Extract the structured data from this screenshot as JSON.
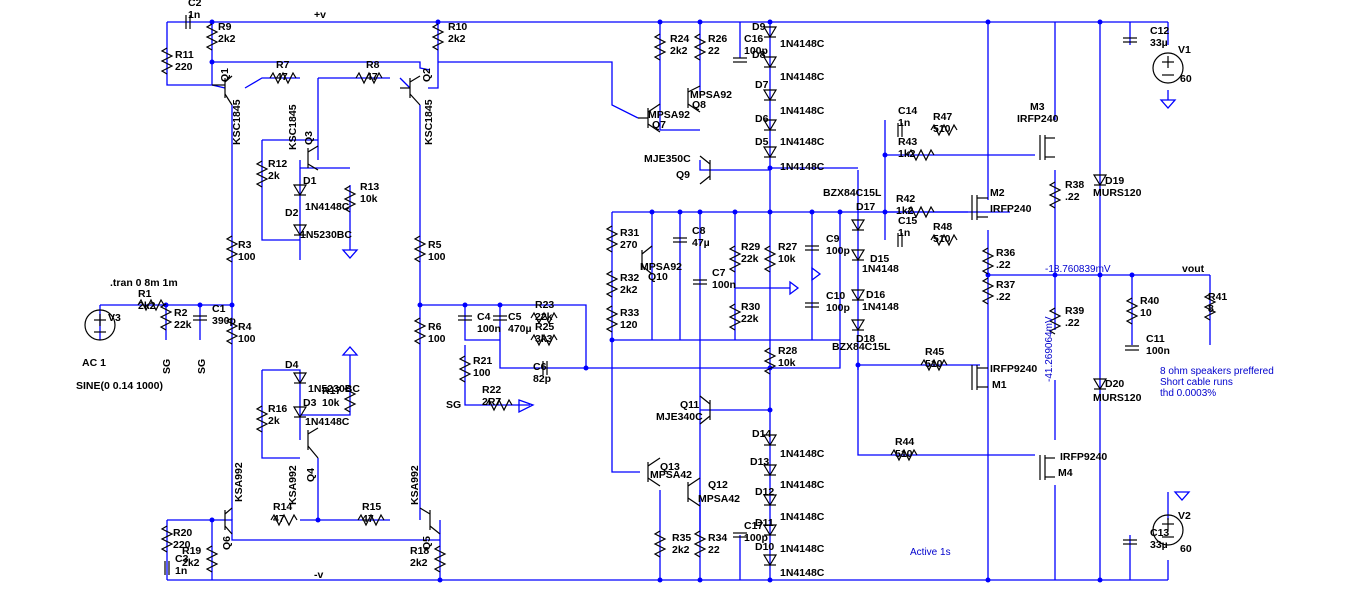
{
  "rails": {
    "pos": "+v",
    "neg": "-v"
  },
  "analysis": {
    "directive": ".tran 0 8m 1m"
  },
  "sources": [
    {
      "name": "V3",
      "value": "AC 1",
      "value2": "SINE(0 0.14 1000)"
    },
    {
      "name": "V1",
      "value": "60"
    },
    {
      "name": "V2",
      "value": "60"
    }
  ],
  "resistors": [
    {
      "name": "R1",
      "value": "2k2"
    },
    {
      "name": "R2",
      "value": "22k"
    },
    {
      "name": "R3",
      "value": "100"
    },
    {
      "name": "R4",
      "value": "100"
    },
    {
      "name": "R5",
      "value": "100"
    },
    {
      "name": "R6",
      "value": "100"
    },
    {
      "name": "R7",
      "value": "47"
    },
    {
      "name": "R8",
      "value": "47"
    },
    {
      "name": "R9",
      "value": "2k2"
    },
    {
      "name": "R10",
      "value": "2k2"
    },
    {
      "name": "R11",
      "value": "220"
    },
    {
      "name": "R12",
      "value": "2k"
    },
    {
      "name": "R13",
      "value": "10k"
    },
    {
      "name": "R14",
      "value": "47"
    },
    {
      "name": "R15",
      "value": "47"
    },
    {
      "name": "R16",
      "value": "2k"
    },
    {
      "name": "R17",
      "value": "10k"
    },
    {
      "name": "R18",
      "value": "2k2"
    },
    {
      "name": "R19",
      "value": "2k2"
    },
    {
      "name": "R20",
      "value": "220"
    },
    {
      "name": "R21",
      "value": "100"
    },
    {
      "name": "R22",
      "value": "2R7"
    },
    {
      "name": "R23",
      "value": "22k"
    },
    {
      "name": "R24",
      "value": "2k2"
    },
    {
      "name": "R25",
      "value": "3k3"
    },
    {
      "name": "R26",
      "value": "22"
    },
    {
      "name": "R27",
      "value": "10k"
    },
    {
      "name": "R28",
      "value": "10k"
    },
    {
      "name": "R29",
      "value": "22k"
    },
    {
      "name": "R30",
      "value": "22k"
    },
    {
      "name": "R31",
      "value": "270"
    },
    {
      "name": "R32",
      "value": "2k2"
    },
    {
      "name": "R33",
      "value": "120"
    },
    {
      "name": "R34",
      "value": "22"
    },
    {
      "name": "R35",
      "value": "2k2"
    },
    {
      "name": "R36",
      "value": ".22"
    },
    {
      "name": "R37",
      "value": ".22"
    },
    {
      "name": "R38",
      "value": ".22"
    },
    {
      "name": "R39",
      "value": ".22"
    },
    {
      "name": "R40",
      "value": "10"
    },
    {
      "name": "R41",
      "value": "8"
    },
    {
      "name": "R42",
      "value": "1k2"
    },
    {
      "name": "R43",
      "value": "1k2"
    },
    {
      "name": "R44",
      "value": "510"
    },
    {
      "name": "R45",
      "value": "510"
    },
    {
      "name": "R47",
      "value": "510"
    },
    {
      "name": "R48",
      "value": "510"
    }
  ],
  "capacitors": [
    {
      "name": "C1",
      "value": "390p"
    },
    {
      "name": "C2",
      "value": "1n"
    },
    {
      "name": "C3",
      "value": "1n"
    },
    {
      "name": "C4",
      "value": "100n"
    },
    {
      "name": "C5",
      "value": "470µ"
    },
    {
      "name": "C6",
      "value": "82p"
    },
    {
      "name": "C7",
      "value": "100n"
    },
    {
      "name": "C8",
      "value": "47µ"
    },
    {
      "name": "C9",
      "value": "100p"
    },
    {
      "name": "C10",
      "value": "100p"
    },
    {
      "name": "C11",
      "value": "100n"
    },
    {
      "name": "C12",
      "value": "33µ"
    },
    {
      "name": "C13",
      "value": "33µ"
    },
    {
      "name": "C14",
      "value": "1n"
    },
    {
      "name": "C15",
      "value": "1n"
    },
    {
      "name": "C16",
      "value": "100p"
    },
    {
      "name": "C17",
      "value": "100p"
    }
  ],
  "transistors": [
    {
      "name": "Q1",
      "model": "KSC1845"
    },
    {
      "name": "Q2",
      "model": "KSC1845"
    },
    {
      "name": "Q3",
      "model": "KSC1845"
    },
    {
      "name": "Q4",
      "model": "KSA992"
    },
    {
      "name": "Q5",
      "model": "KSA992"
    },
    {
      "name": "Q6",
      "model": "KSA992"
    },
    {
      "name": "Q7",
      "model": "MPSA92"
    },
    {
      "name": "Q8",
      "model": "MPSA92"
    },
    {
      "name": "Q9",
      "model": "MJE350C"
    },
    {
      "name": "Q10",
      "model": "MPSA92"
    },
    {
      "name": "Q11",
      "model": "MJE340C"
    },
    {
      "name": "Q12",
      "model": "MPSA42"
    },
    {
      "name": "Q13",
      "model": "MPSA42"
    },
    {
      "name": "M1",
      "model": "IRFP9240"
    },
    {
      "name": "M2",
      "model": "IRFP240"
    },
    {
      "name": "M3",
      "model": "IRFP240"
    },
    {
      "name": "M4",
      "model": "IRFP9240"
    }
  ],
  "diodes": [
    {
      "name": "D1",
      "model": "1N4148C"
    },
    {
      "name": "D2",
      "model": "1N5230BC"
    },
    {
      "name": "D3",
      "model": "1N4148C"
    },
    {
      "name": "D4",
      "model": "1N5230BC"
    },
    {
      "name": "D5",
      "model": "1N4148C"
    },
    {
      "name": "D6",
      "model": "1N4148C"
    },
    {
      "name": "D7",
      "model": "1N4148C"
    },
    {
      "name": "D8",
      "model": "1N4148C"
    },
    {
      "name": "D9",
      "model": "1N4148C"
    },
    {
      "name": "D10",
      "model": "1N4148C"
    },
    {
      "name": "D11",
      "model": "1N4148C"
    },
    {
      "name": "D12",
      "model": "1N4148C"
    },
    {
      "name": "D13",
      "model": "1N4148C"
    },
    {
      "name": "D14",
      "model": "1N4148C"
    },
    {
      "name": "D15",
      "model": "1N4148"
    },
    {
      "name": "D16",
      "model": "1N4148"
    },
    {
      "name": "D17",
      "model": "BZX84C15L"
    },
    {
      "name": "D18",
      "model": "BZX84C15L"
    },
    {
      "name": "D19",
      "model": "MURS120"
    },
    {
      "name": "D20",
      "model": "MURS120"
    }
  ],
  "net_labels": {
    "sg": "SG",
    "vout": "vout"
  },
  "probes": {
    "v_out": "-18.760839mV",
    "v_bias": "-41.269064mV"
  },
  "notes": [
    "8 ohm speakers preffered",
    "Short cable runs",
    "thd 0.0003%"
  ],
  "status": "Active 1s"
}
